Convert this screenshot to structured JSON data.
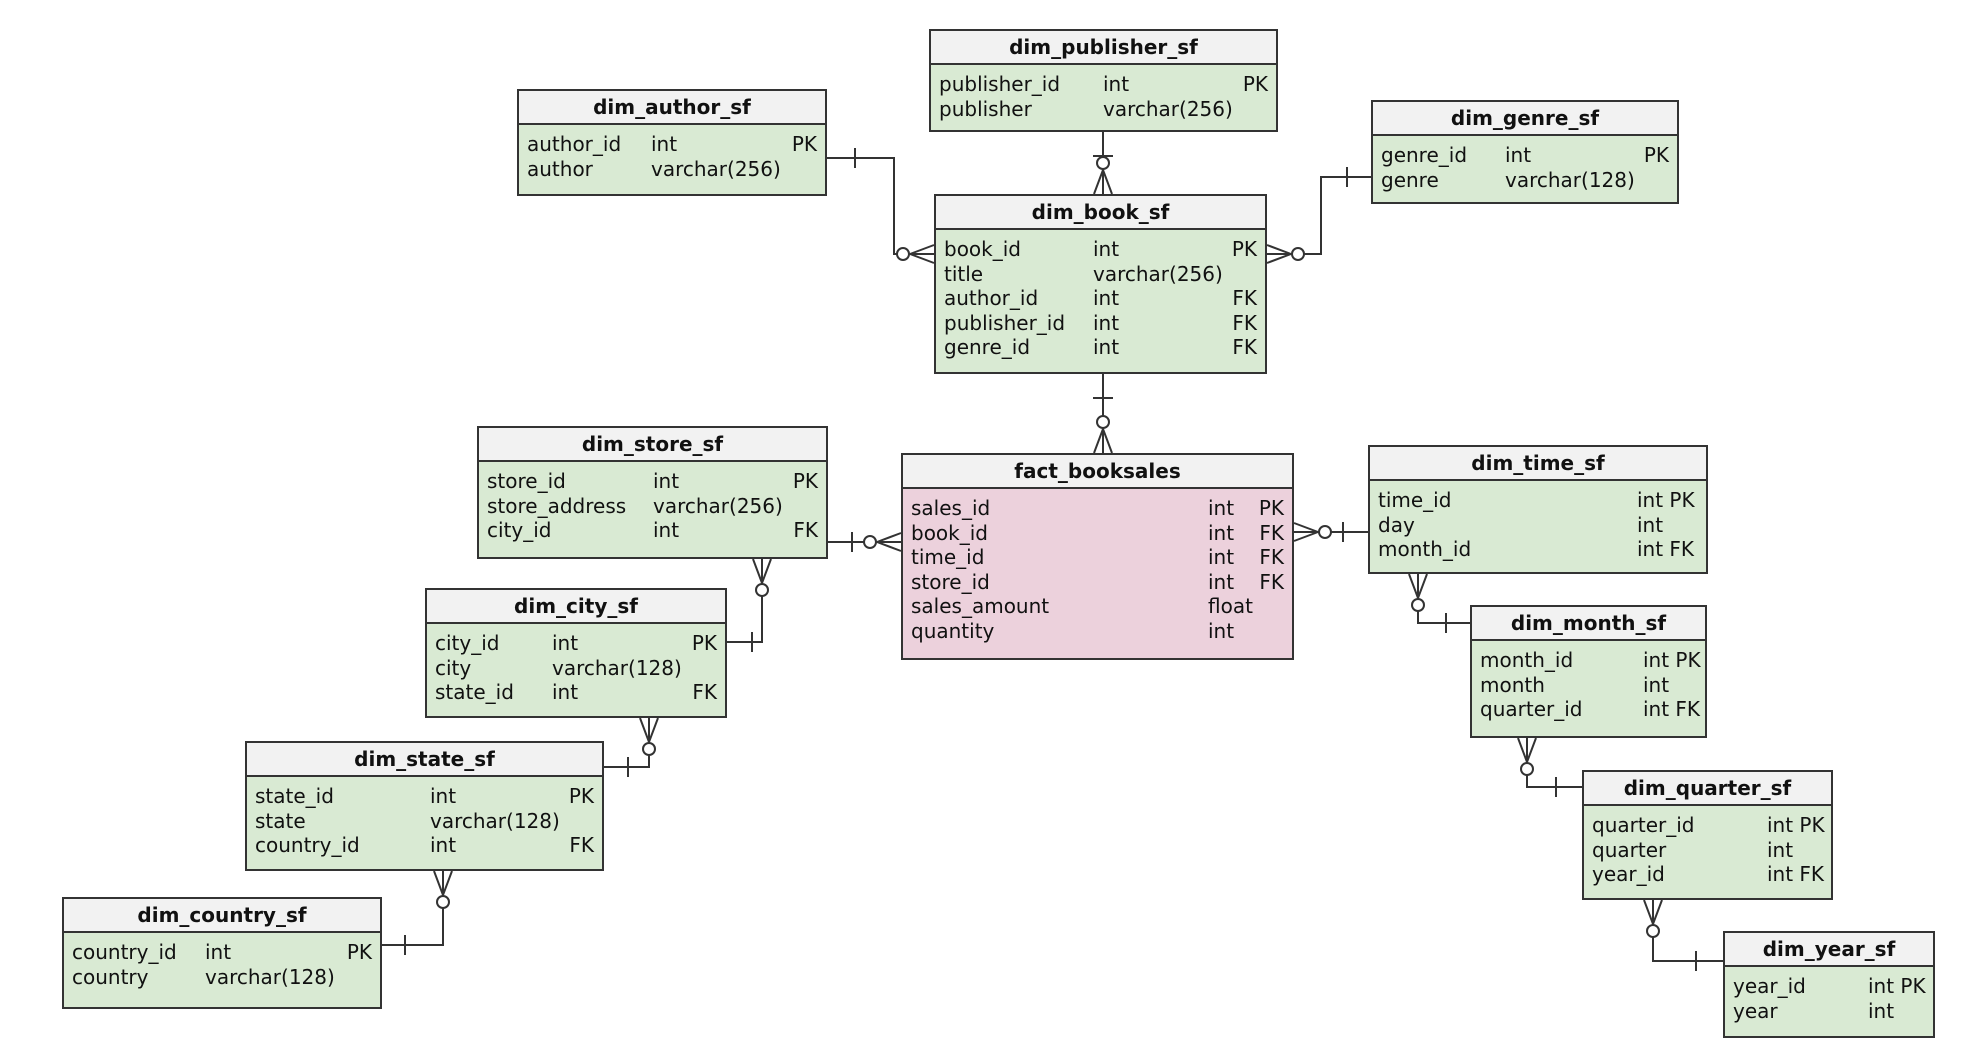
{
  "entities": {
    "dim_publisher_sf": {
      "title": "dim_publisher_sf",
      "rows": [
        {
          "name": "publisher_id",
          "type": "int",
          "key": "PK"
        },
        {
          "name": "publisher",
          "type": "varchar(256)",
          "key": ""
        }
      ]
    },
    "dim_author_sf": {
      "title": "dim_author_sf",
      "rows": [
        {
          "name": "author_id",
          "type": "int",
          "key": "PK"
        },
        {
          "name": "author",
          "type": "varchar(256)",
          "key": ""
        }
      ]
    },
    "dim_genre_sf": {
      "title": "dim_genre_sf",
      "rows": [
        {
          "name": "genre_id",
          "type": "int",
          "key": "PK"
        },
        {
          "name": "genre",
          "type": "varchar(128)",
          "key": ""
        }
      ]
    },
    "dim_book_sf": {
      "title": "dim_book_sf",
      "rows": [
        {
          "name": "book_id",
          "type": "int",
          "key": "PK"
        },
        {
          "name": "title",
          "type": "varchar(256)",
          "key": ""
        },
        {
          "name": "author_id",
          "type": "int",
          "key": "FK"
        },
        {
          "name": "publisher_id",
          "type": "int",
          "key": "FK"
        },
        {
          "name": "genre_id",
          "type": "int",
          "key": "FK"
        }
      ]
    },
    "dim_store_sf": {
      "title": "dim_store_sf",
      "rows": [
        {
          "name": "store_id",
          "type": "int",
          "key": "PK"
        },
        {
          "name": "store_address",
          "type": "varchar(256)",
          "key": ""
        },
        {
          "name": "city_id",
          "type": "int",
          "key": "FK"
        }
      ]
    },
    "fact_booksales": {
      "title": "fact_booksales",
      "rows": [
        {
          "name": "sales_id",
          "type": "int",
          "key": "PK"
        },
        {
          "name": "book_id",
          "type": "int",
          "key": "FK"
        },
        {
          "name": "time_id",
          "type": "int",
          "key": "FK"
        },
        {
          "name": "store_id",
          "type": "int",
          "key": "FK"
        },
        {
          "name": "sales_amount",
          "type": "float",
          "key": ""
        },
        {
          "name": "quantity",
          "type": "int",
          "key": ""
        }
      ]
    },
    "dim_time_sf": {
      "title": "dim_time_sf",
      "rows": [
        {
          "name": "time_id",
          "type": "",
          "key": "int PK"
        },
        {
          "name": "day",
          "type": "",
          "key": "int"
        },
        {
          "name": "month_id",
          "type": "",
          "key": "int FK"
        }
      ]
    },
    "dim_city_sf": {
      "title": "dim_city_sf",
      "rows": [
        {
          "name": "city_id",
          "type": "int",
          "key": "PK"
        },
        {
          "name": "city",
          "type": "varchar(128)",
          "key": ""
        },
        {
          "name": "state_id",
          "type": "int",
          "key": "FK"
        }
      ]
    },
    "dim_month_sf": {
      "title": "dim_month_sf",
      "rows": [
        {
          "name": "month_id",
          "type": "int PK",
          "key": ""
        },
        {
          "name": "month",
          "type": "int",
          "key": ""
        },
        {
          "name": "quarter_id",
          "type": "int FK",
          "key": ""
        }
      ]
    },
    "dim_state_sf": {
      "title": "dim_state_sf",
      "rows": [
        {
          "name": "state_id",
          "type": "int",
          "key": "PK"
        },
        {
          "name": "state",
          "type": "varchar(128)",
          "key": ""
        },
        {
          "name": "country_id",
          "type": "int",
          "key": "FK"
        }
      ]
    },
    "dim_quarter_sf": {
      "title": "dim_quarter_sf",
      "rows": [
        {
          "name": "quarter_id",
          "type": "int PK",
          "key": ""
        },
        {
          "name": "quarter",
          "type": "int",
          "key": ""
        },
        {
          "name": "year_id",
          "type": "int FK",
          "key": ""
        }
      ]
    },
    "dim_country_sf": {
      "title": "dim_country_sf",
      "rows": [
        {
          "name": "country_id",
          "type": "int",
          "key": "PK"
        },
        {
          "name": "country",
          "type": "varchar(128)",
          "key": ""
        }
      ]
    },
    "dim_year_sf": {
      "title": "dim_year_sf",
      "rows": [
        {
          "name": "year_id",
          "type": "int PK",
          "key": ""
        },
        {
          "name": "year",
          "type": "int",
          "key": ""
        }
      ]
    }
  },
  "colors": {
    "dimension_fill": "#d9ead3",
    "fact_fill": "#ecd1dc",
    "header_fill": "#f2f2f2",
    "line": "#333333"
  }
}
